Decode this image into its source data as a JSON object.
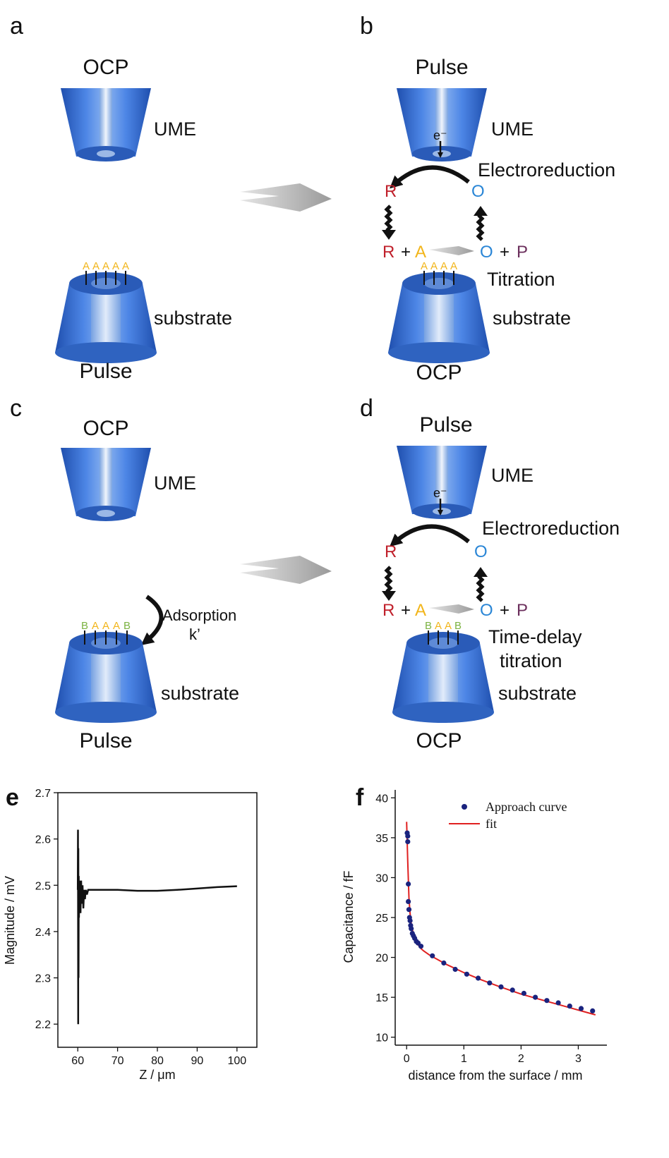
{
  "colors": {
    "electrode_light": "#9fc3f2",
    "electrode_mid": "#4d86e6",
    "electrode_dark": "#2a5bb8",
    "species_R": "#c0202b",
    "species_O": "#2a86d6",
    "species_A": "#f2b51a",
    "species_B": "#7cb342",
    "species_P": "#6b2f5c",
    "arrow_gray": "#b9b9b9",
    "fit_line": "#e02020",
    "marker": "#1a237e"
  },
  "panels": {
    "a": {
      "letter": "a",
      "tip_state": "OCP",
      "tip_label": "UME",
      "substrate_label": "substrate",
      "substrate_state": "Pulse",
      "molecules": [
        "A",
        "A",
        "A",
        "A",
        "A"
      ]
    },
    "b": {
      "letter": "b",
      "tip_state": "Pulse",
      "tip_label": "UME",
      "electron": "e⁻",
      "reaction_label": "Electroreduction",
      "R": "R",
      "O": "O",
      "plus": "+",
      "A": "A",
      "P": "P",
      "molecules": [
        "A",
        "A",
        "A",
        "A"
      ],
      "titration_label": "Titration",
      "substrate_label": "substrate",
      "substrate_state": "OCP"
    },
    "c": {
      "letter": "c",
      "tip_state": "OCP",
      "tip_label": "UME",
      "adsorption_label": "Adsorption",
      "rate_label": "k’",
      "molecules": [
        "B",
        "A",
        "A",
        "A",
        "B"
      ],
      "substrate_label": "substrate",
      "substrate_state": "Pulse"
    },
    "d": {
      "letter": "d",
      "tip_state": "Pulse",
      "tip_label": "UME",
      "electron": "e⁻",
      "reaction_label": "Electroreduction",
      "R": "R",
      "O": "O",
      "plus": "+",
      "A": "A",
      "P": "P",
      "molecules": [
        "B",
        "A",
        "A",
        "B"
      ],
      "titration_label_1": "Time-delay",
      "titration_label_2": "titration",
      "substrate_label": "substrate",
      "substrate_state": "OCP"
    }
  },
  "chart_data": [
    {
      "panel": "e",
      "type": "line",
      "xlabel": "Z / μm",
      "ylabel": "Magnitude / mV",
      "xlim": [
        55,
        105
      ],
      "ylim": [
        2.15,
        2.7
      ],
      "xticks": [
        60,
        70,
        80,
        90,
        100
      ],
      "yticks": [
        2.2,
        2.3,
        2.4,
        2.5,
        2.6,
        2.7
      ],
      "xtick_labels": [
        "60",
        "70",
        "80",
        "90",
        "100"
      ],
      "ytick_labels": [
        "2.2",
        "2.3",
        "2.4",
        "2.5",
        "2.6",
        "2.7"
      ],
      "grid": false,
      "series": [
        {
          "x": [
            60,
            60.05,
            60.1,
            60.15,
            60.2,
            60.25,
            60.3,
            60.4,
            60.5,
            60.6,
            60.7,
            60.85,
            61.0,
            61.2,
            61.4,
            61.6,
            61.8,
            62.0,
            62.3,
            62.6,
            63,
            64,
            66,
            70,
            75,
            80,
            85,
            90,
            95,
            100
          ],
          "y": [
            2.49,
            2.62,
            2.2,
            2.58,
            2.3,
            2.52,
            2.43,
            2.51,
            2.45,
            2.5,
            2.44,
            2.51,
            2.46,
            2.5,
            2.45,
            2.49,
            2.47,
            2.49,
            2.48,
            2.49,
            2.49,
            2.49,
            2.49,
            2.49,
            2.488,
            2.488,
            2.49,
            2.493,
            2.496,
            2.498
          ]
        }
      ]
    },
    {
      "panel": "f",
      "type": "scatter",
      "xlabel": "distance from the surface / mm",
      "ylabel": "Capacitance / fF",
      "xlim": [
        -0.2,
        3.5
      ],
      "ylim": [
        9,
        41
      ],
      "xticks": [
        0,
        1,
        2,
        3
      ],
      "yticks": [
        10,
        15,
        20,
        25,
        30,
        35,
        40
      ],
      "xtick_labels": [
        "0",
        "1",
        "2",
        "3"
      ],
      "ytick_labels": [
        "10",
        "15",
        "20",
        "25",
        "30",
        "35",
        "40"
      ],
      "grid": false,
      "legend": "top-right",
      "series": [
        {
          "name": "Approach curve",
          "x": [
            0.01,
            0.02,
            0.02,
            0.03,
            0.03,
            0.04,
            0.05,
            0.06,
            0.07,
            0.08,
            0.1,
            0.12,
            0.14,
            0.17,
            0.2,
            0.25,
            0.45,
            0.65,
            0.85,
            1.05,
            1.25,
            1.45,
            1.65,
            1.85,
            2.05,
            2.25,
            2.45,
            2.65,
            2.85,
            3.05,
            3.25
          ],
          "y": [
            35.6,
            35.2,
            34.5,
            29.2,
            27.0,
            26.0,
            25.0,
            24.6,
            24.0,
            23.6,
            23.0,
            22.7,
            22.4,
            22.0,
            21.8,
            21.4,
            20.2,
            19.3,
            18.5,
            17.9,
            17.4,
            16.8,
            16.3,
            15.9,
            15.5,
            15.0,
            14.6,
            14.3,
            13.9,
            13.6,
            13.3
          ]
        },
        {
          "name": "fit",
          "x": [
            0.0,
            0.02,
            0.04,
            0.06,
            0.08,
            0.1,
            0.13,
            0.16,
            0.2,
            0.25,
            0.3,
            0.4,
            0.5,
            0.7,
            1.0,
            1.3,
            1.6,
            2.0,
            2.4,
            2.8,
            3.1,
            3.3
          ],
          "y": [
            37.0,
            32.0,
            27.5,
            25.5,
            24.3,
            23.5,
            22.7,
            22.1,
            21.6,
            21.1,
            20.8,
            20.3,
            19.9,
            19.1,
            18.1,
            17.2,
            16.4,
            15.4,
            14.6,
            13.8,
            13.2,
            12.8
          ]
        }
      ]
    }
  ]
}
